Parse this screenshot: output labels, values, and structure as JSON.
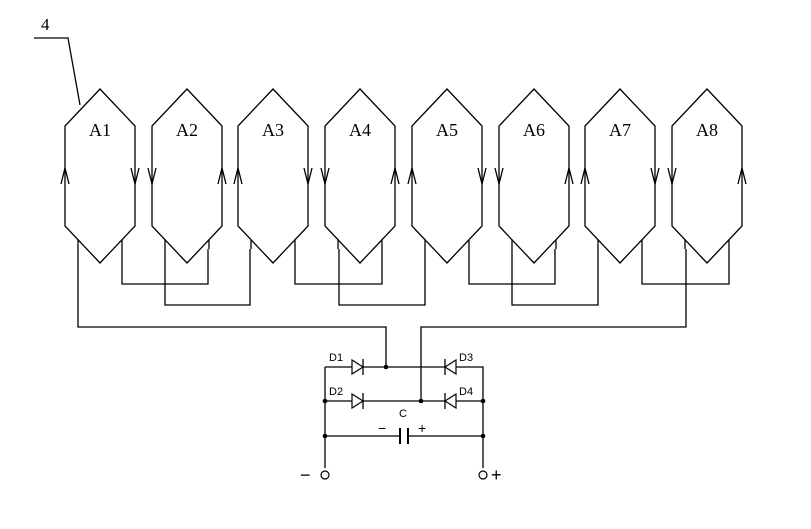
{
  "callout": {
    "label": "4"
  },
  "coils": [
    {
      "label": "A1",
      "arrow": "up"
    },
    {
      "label": "A2",
      "arrow": "down"
    },
    {
      "label": "A3",
      "arrow": "up"
    },
    {
      "label": "A4",
      "arrow": "down"
    },
    {
      "label": "A5",
      "arrow": "up"
    },
    {
      "label": "A6",
      "arrow": "down"
    },
    {
      "label": "A7",
      "arrow": "up"
    },
    {
      "label": "A8",
      "arrow": "down"
    }
  ],
  "diodes": [
    {
      "label": "D1"
    },
    {
      "label": "D2"
    },
    {
      "label": "D3"
    },
    {
      "label": "D4"
    }
  ],
  "capacitor": {
    "label": "C",
    "minus": "−",
    "plus": "+"
  },
  "terminals": {
    "negative": "−",
    "positive": "+"
  }
}
